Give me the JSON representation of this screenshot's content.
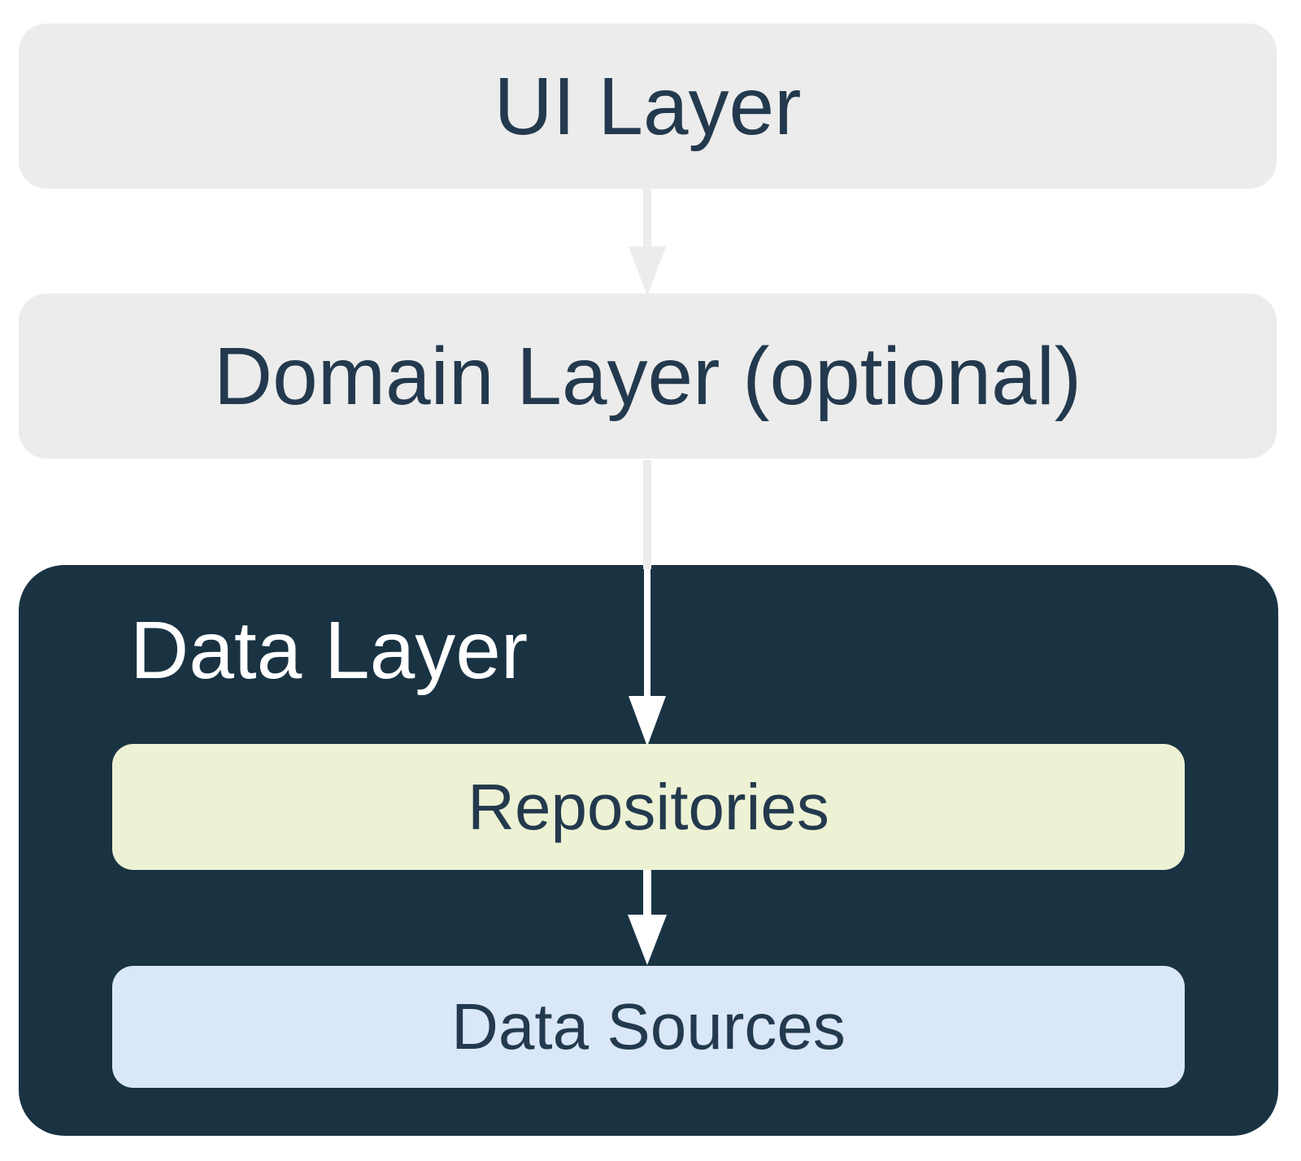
{
  "diagram": {
    "layers": {
      "ui": {
        "label": "UI Layer"
      },
      "domain": {
        "label": "Domain Layer (optional)"
      },
      "data": {
        "label": "Data Layer",
        "children": [
          {
            "label": "Repositories"
          },
          {
            "label": "Data Sources"
          }
        ]
      }
    },
    "icons": {
      "arrow_ui_to_domain": "arrow-down",
      "arrow_domain_to_repositories": "arrow-down",
      "arrow_repositories_to_data_sources": "arrow-down"
    },
    "colors": {
      "background": "#ffffff",
      "layer_box_gray": "#ececec",
      "data_layer_navy": "#193343",
      "repositories_cream": "#edf2d4",
      "data_sources_blue": "#d9e7f8",
      "label_navy": "#23394d",
      "label_white": "#ffffff",
      "arrow_gray": "#ececec",
      "arrow_white": "#ffffff"
    }
  }
}
